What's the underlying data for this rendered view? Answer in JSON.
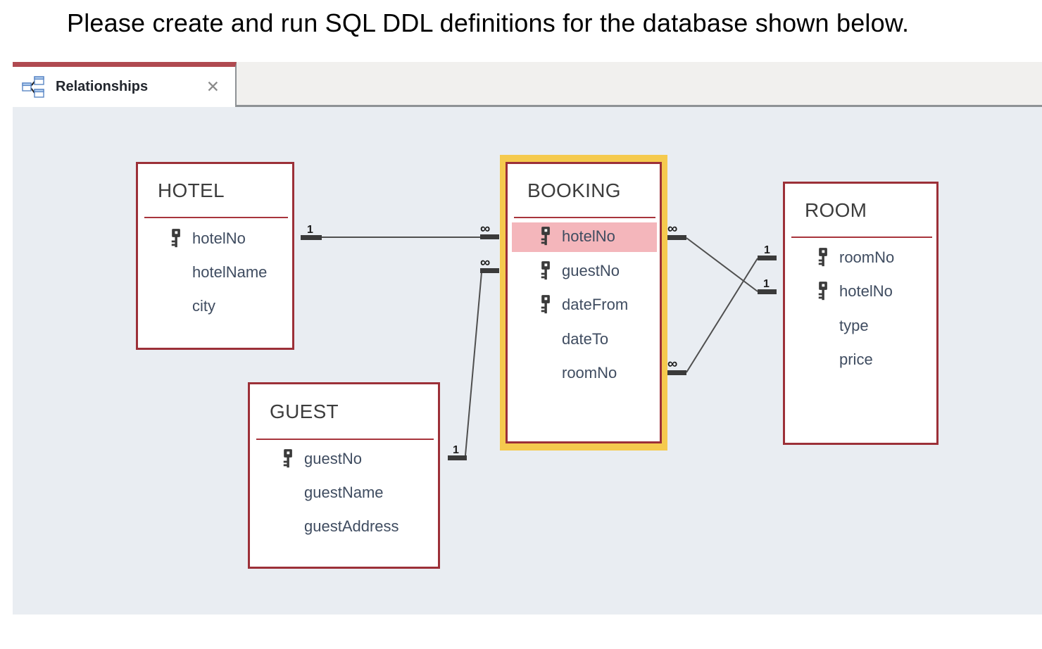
{
  "page": {
    "instruction": "Please create and run SQL DDL definitions for the database shown below."
  },
  "tab_bar": {
    "tab_label": "Relationships",
    "close_glyph": "✕",
    "icons": [
      "relationships-icon",
      "close-icon"
    ]
  },
  "diagram": {
    "tables": [
      {
        "id": "hotel",
        "name": "HOTEL",
        "selected": false,
        "fields": [
          {
            "name": "hotelNo",
            "key": true
          },
          {
            "name": "hotelName",
            "key": false
          },
          {
            "name": "city",
            "key": false
          }
        ]
      },
      {
        "id": "booking",
        "name": "BOOKING",
        "selected": true,
        "fields": [
          {
            "name": "hotelNo",
            "key": true,
            "highlighted": true
          },
          {
            "name": "guestNo",
            "key": true
          },
          {
            "name": "dateFrom",
            "key": true
          },
          {
            "name": "dateTo",
            "key": false
          },
          {
            "name": "roomNo",
            "key": false
          }
        ]
      },
      {
        "id": "room",
        "name": "ROOM",
        "selected": false,
        "fields": [
          {
            "name": "roomNo",
            "key": true
          },
          {
            "name": "hotelNo",
            "key": true
          },
          {
            "name": "type",
            "key": false
          },
          {
            "name": "price",
            "key": false
          }
        ]
      },
      {
        "id": "guest",
        "name": "GUEST",
        "selected": false,
        "fields": [
          {
            "name": "guestNo",
            "key": true
          },
          {
            "name": "guestName",
            "key": false
          },
          {
            "name": "guestAddress",
            "key": false
          }
        ]
      }
    ],
    "relationships": [
      {
        "from": "HOTEL.hotelNo",
        "to": "BOOKING.hotelNo",
        "from_card": "1",
        "to_card": "∞"
      },
      {
        "from": "GUEST.guestNo",
        "to": "BOOKING.guestNo",
        "from_card": "1",
        "to_card": "∞"
      },
      {
        "from": "ROOM.hotelNo",
        "to": "BOOKING.hotelNo",
        "from_card": "1",
        "to_card": "∞"
      },
      {
        "from": "ROOM.roomNo",
        "to": "BOOKING.roomNo",
        "from_card": "1",
        "to_card": "∞"
      }
    ]
  },
  "colors": {
    "tab-accent": "#b04a50",
    "chrome-gray": "#f1f0ee",
    "chrome-border": "#8e9295",
    "canvas-bg": "#e9edf2",
    "table-border": "#9c3038",
    "separator": "#a8343c",
    "selection": "#f5ca4e",
    "highlight": "#f4b6bb",
    "field-text": "#3f4c60",
    "title-text": "#3d3d3d",
    "line": "#4f4f4f"
  }
}
